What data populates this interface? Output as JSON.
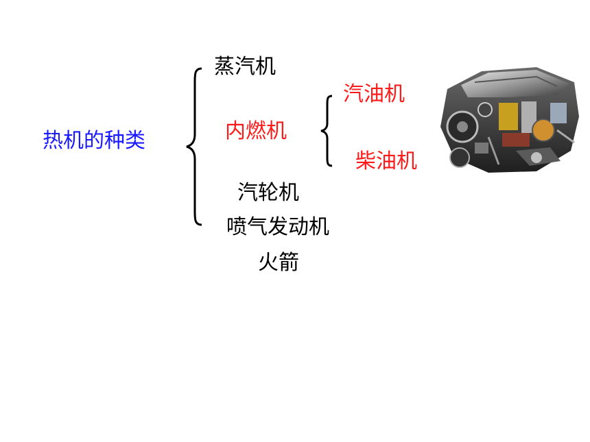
{
  "root": {
    "label": "热机的种类",
    "color": "#1a1aff"
  },
  "branches": {
    "steam": "蒸汽机",
    "internal_combustion": "内燃机",
    "turbine": "汽轮机",
    "jet": "喷气发动机",
    "rocket": "火箭"
  },
  "sub_branches": {
    "gasoline": "汽油机",
    "diesel": "柴油机"
  },
  "colors": {
    "highlight": "#ff1a1a",
    "text": "#000000"
  },
  "image": {
    "icon": "engine-photo"
  }
}
